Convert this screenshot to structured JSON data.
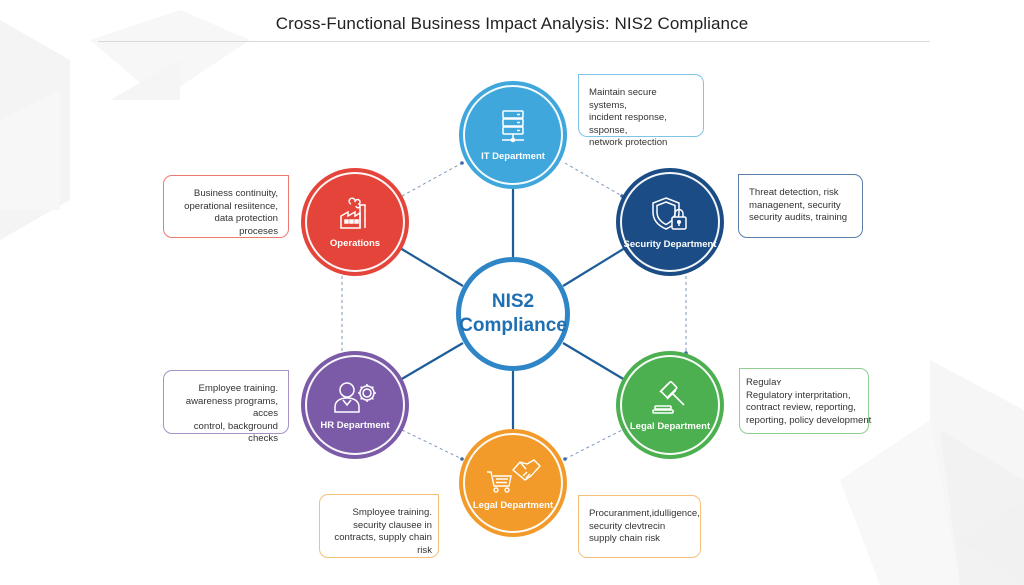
{
  "title": "Cross-Functional Business Impact Analysis: NIS2 Compliance",
  "center": {
    "line1": "NIS2",
    "line2": "Compliance",
    "color": "#2f86c6"
  },
  "departments": [
    {
      "id": "it",
      "label": "IT Department",
      "icon": "server-rack-icon",
      "color": "#3fa7dc",
      "description": [
        "Maintain secure systems,",
        "incident response, ssponse,",
        "network protection"
      ]
    },
    {
      "id": "operations",
      "label": "Operations",
      "icon": "factory-icon",
      "color": "#e5443a",
      "description": [
        "Business continuity,",
        "operational resiitence,",
        "data protection proceses"
      ]
    },
    {
      "id": "security",
      "label": "Security Department",
      "icon": "shield-lock-icon",
      "color": "#1b4c85",
      "description": [
        "Threat detection, risk",
        "managenent, security",
        "security audits, training"
      ]
    },
    {
      "id": "hr",
      "label": "HR Department",
      "icon": "user-gear-icon",
      "color": "#7b5ba8",
      "description": [
        "Employee training.",
        "awareness programs, acces",
        "control, background checks"
      ]
    },
    {
      "id": "legal",
      "label": "Legal Department",
      "icon": "gavel-icon",
      "color": "#4caf50",
      "description": [
        "Regulaʏ",
        "Regulatory interpritation,",
        "contract review, reporting,",
        "reporting, policy development"
      ]
    },
    {
      "id": "procurement",
      "label": "Legal Department",
      "icon": "cart-handshake-icon",
      "color": "#f29b2a",
      "description_left": [
        "Smployee training.",
        "security clausee in",
        "contracts, supply chain risk"
      ],
      "description_right": [
        "Procuranment,idulligence,",
        "security clevtrecin",
        "supply chain risk"
      ]
    }
  ],
  "colors": {
    "spoke": "#1f5d99",
    "dashed": "#7d98bd",
    "title_rule": "#d9d9d9"
  }
}
